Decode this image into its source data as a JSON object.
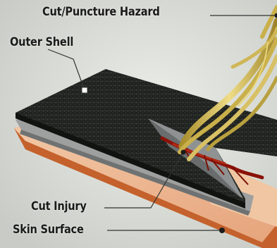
{
  "callouts": {
    "hazard": "Cut/Puncture Hazard",
    "outer_shell": "Outer Shell",
    "cut_injury": "Cut Injury",
    "skin_surface": "Skin Surface"
  },
  "colors": {
    "background": "#d9dbd6",
    "outer_shell": "#1e211e",
    "inner_layer": "#9ea0a0",
    "skin": "#e8b08a",
    "skin_edge": "#c4612c",
    "wound": "#8a1208",
    "wire": "#c9b04a"
  }
}
